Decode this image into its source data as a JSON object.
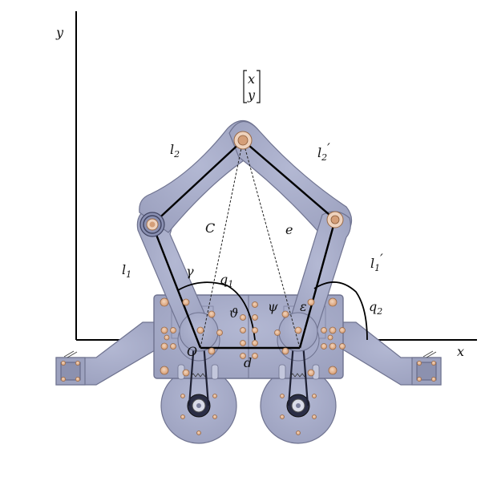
{
  "diagram": {
    "labels": {
      "y_axis": "y",
      "x_axis": "x",
      "vector_x": "x",
      "vector_y": "y",
      "l2": "l",
      "l2_sub": "2",
      "l2p": "l",
      "l2p_sub": "2",
      "l2p_prime": "′",
      "l1": "l",
      "l1_sub": "1",
      "l1p": "l",
      "l1p_sub": "1",
      "l1p_prime": "′",
      "c": "C",
      "e": "e",
      "gamma": "γ",
      "q1": "q",
      "q1_sub": "1",
      "q2": "q",
      "q2_sub": "2",
      "theta": "ϑ",
      "psi": "ψ",
      "epsilon": "ε",
      "origin": "O",
      "d": "d"
    },
    "colors": {
      "plate_fill": "#a9aecb",
      "plate_stroke": "#6f7390",
      "bolt_fill": "#e0b391",
      "bolt_stroke": "#9a6a47",
      "link_line": "#000000",
      "bearing_dark": "#3f4360"
    }
  }
}
